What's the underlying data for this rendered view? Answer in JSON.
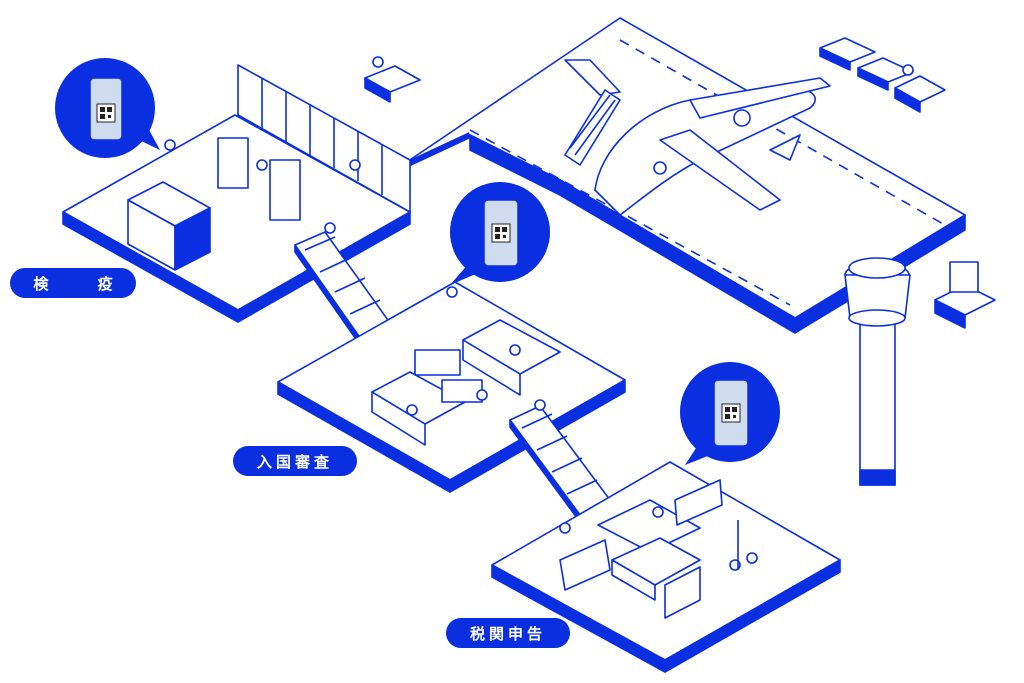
{
  "labels": {
    "quarantine": "検 疫",
    "immigration": "入国審査",
    "customs": "税関申告"
  },
  "icons": [
    "qr-phone-icon",
    "airplane-icon",
    "control-tower-icon",
    "baggage-cart-icon",
    "tug-vehicle-icon",
    "forklift-icon",
    "escalator-icon"
  ],
  "colors": {
    "accent": "#0a2fe0",
    "screen": "#cfdcef",
    "background": "#ffffff"
  }
}
